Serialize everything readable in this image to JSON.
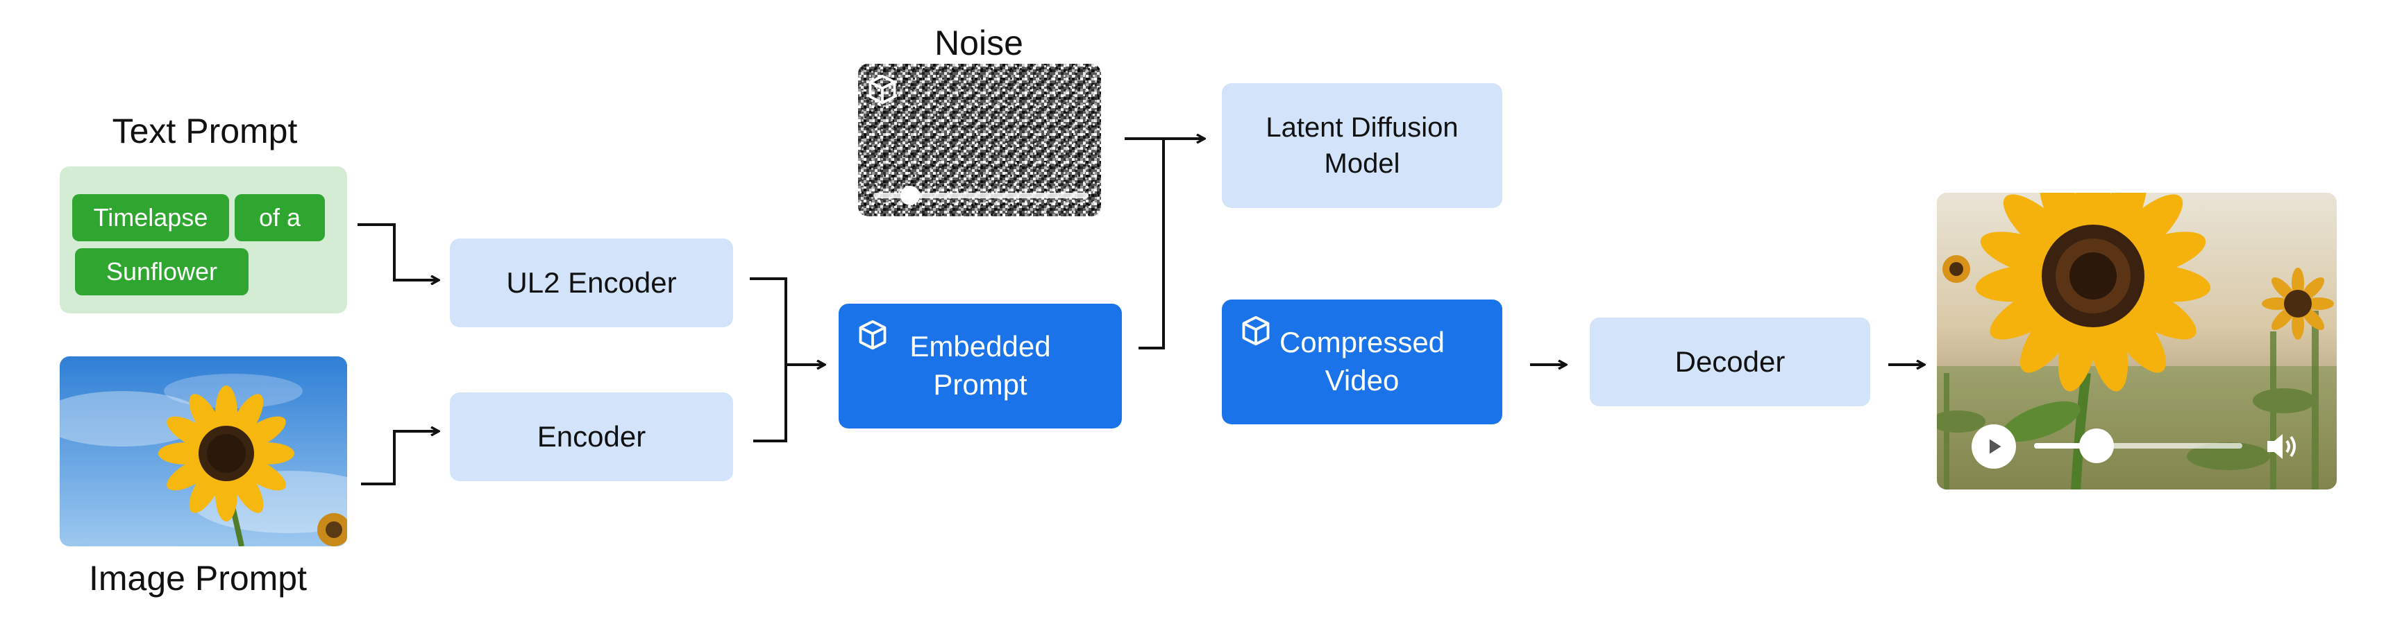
{
  "headings": {
    "text_prompt": "Text Prompt",
    "image_prompt": "Image Prompt",
    "noise": "Noise"
  },
  "text_prompt_chips": [
    "Timelapse",
    "of a",
    "Sunflower"
  ],
  "boxes": {
    "ul2_encoder": "UL2 Encoder",
    "encoder": "Encoder",
    "embedded_prompt": [
      "Embedded",
      "Prompt"
    ],
    "latent_diffusion": [
      "Latent Diffusion",
      "Model"
    ],
    "compressed_video": [
      "Compressed",
      "Video"
    ],
    "decoder": "Decoder"
  },
  "icons": {
    "cube": "cube-icon",
    "play": "play-icon",
    "volume": "volume-icon"
  },
  "colors": {
    "light_box": "#d3e3fa",
    "dark_box": "#1a73e8",
    "chip_green": "#2fa62f",
    "text_panel_bg": "#d4ebd4"
  },
  "video_player": {
    "progress": 0.3
  },
  "noise_slider": {
    "progress": 0.17
  }
}
